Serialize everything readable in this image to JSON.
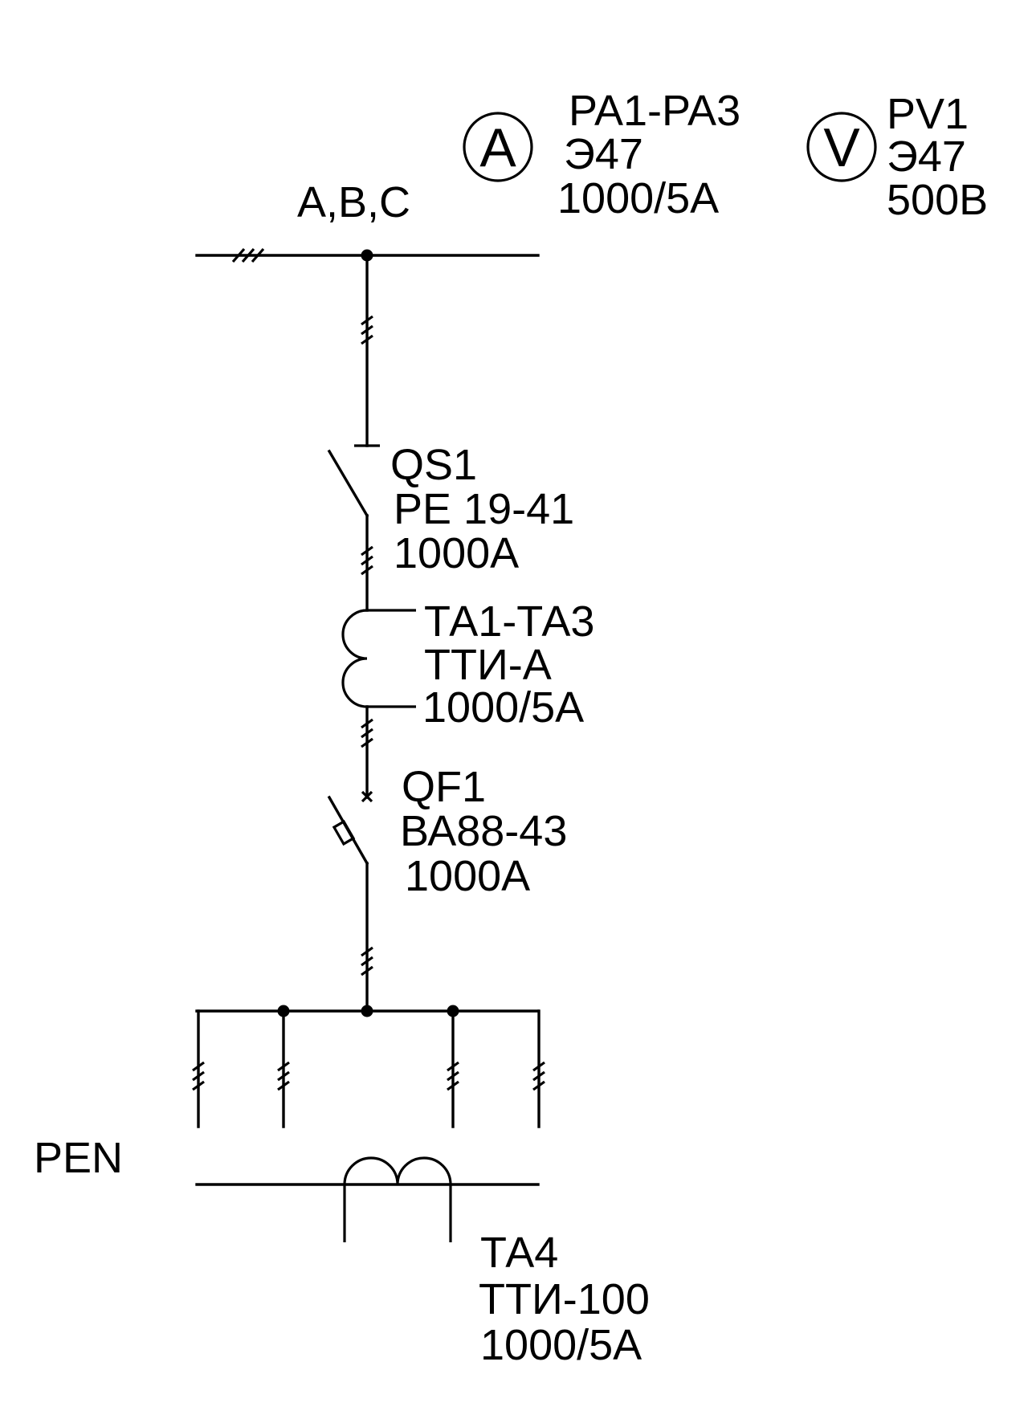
{
  "diagram": {
    "bus_label": "A,B,C",
    "ammeter": {
      "symbol": "A",
      "lines": [
        "PA1-PA3",
        "Э47",
        "1000/5А"
      ]
    },
    "voltmeter": {
      "symbol": "V",
      "lines": [
        "PV1",
        "Э47",
        "500В"
      ]
    },
    "switch_qs1": {
      "lines": [
        "QS1",
        "РЕ 19-41",
        "1000А"
      ]
    },
    "transformer_ta1": {
      "lines": [
        "ТА1-ТА3",
        "ТТИ-А",
        "1000/5А"
      ]
    },
    "breaker_qf1": {
      "lines": [
        "QF1",
        "ВА88-43",
        "1000А"
      ]
    },
    "pen_label": "PEN",
    "transformer_ta4": {
      "lines": [
        "ТА4",
        "ТТИ-100",
        "1000/5А"
      ]
    }
  }
}
